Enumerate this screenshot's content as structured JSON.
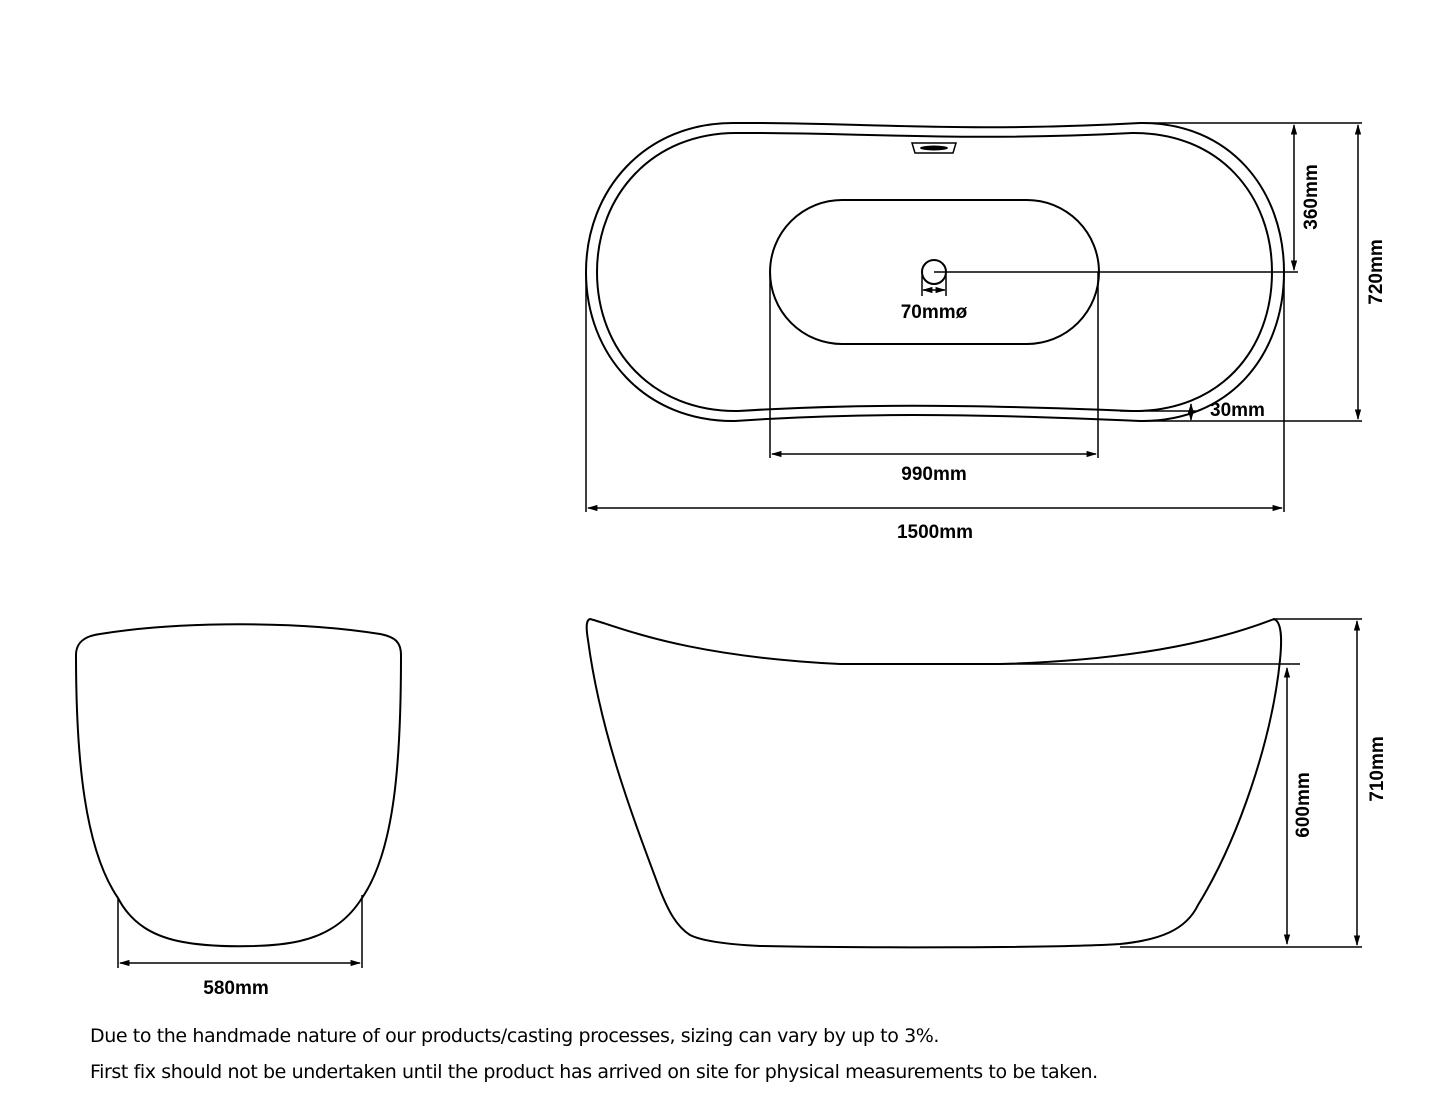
{
  "diagram": {
    "type": "technical dimension drawing",
    "subject": "freestanding double-ended slipper bath",
    "views": {
      "plan": {
        "dimensions": {
          "overall_length": "1500mm",
          "overall_width": "720mm",
          "half_width_to_waste": "360mm",
          "inner_base_length": "990mm",
          "rim_thickness": "30mm",
          "waste_diameter": "70mmø"
        }
      },
      "end_elevation": {
        "dimensions": {
          "base_width": "580mm"
        }
      },
      "side_elevation": {
        "dimensions": {
          "overall_height": "710mm",
          "centre_height": "600mm"
        }
      }
    },
    "stroke_color": "#000000",
    "background_color": "#ffffff"
  },
  "notes": [
    "Due to the handmade nature of our products/casting processes, sizing can vary by up to 3%.",
    "First fix should not be undertaken until the product has arrived on site for physical measurements to be taken."
  ]
}
